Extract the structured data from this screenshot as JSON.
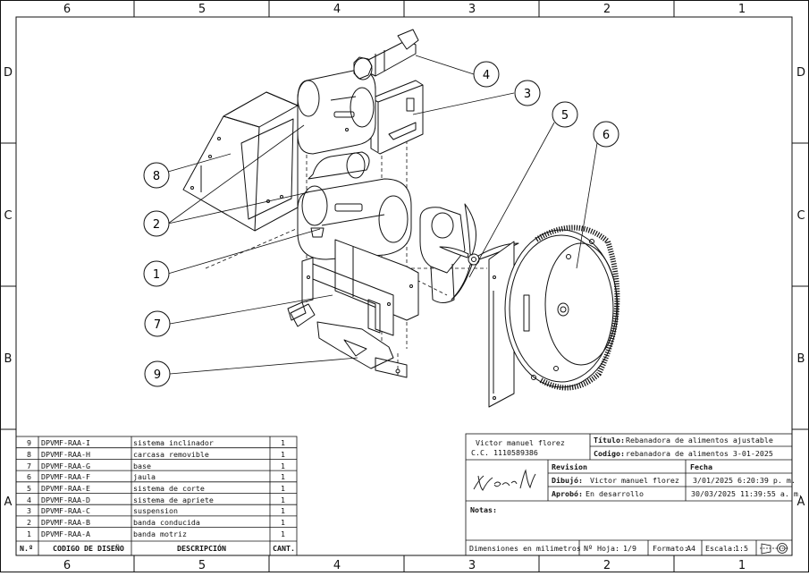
{
  "frame": {
    "columns_top": [
      "6",
      "5",
      "4",
      "3",
      "2",
      "1"
    ],
    "columns_bottom": [
      "6",
      "5",
      "4",
      "3",
      "2",
      "1"
    ],
    "rows_left": [
      "D",
      "C",
      "B",
      "A"
    ],
    "rows_right": [
      "D",
      "C",
      "B",
      "A"
    ]
  },
  "balloons": [
    "1",
    "2",
    "3",
    "4",
    "5",
    "6",
    "7",
    "8",
    "9"
  ],
  "bom": {
    "headers": {
      "num": "N.º",
      "code": "CODIGO DE DISEÑO",
      "desc": "DESCRIPCIÓN",
      "qty": "CANT."
    },
    "rows": [
      {
        "num": "9",
        "code": "DPVMF-RAA-I",
        "desc": "sistema inclinador",
        "qty": "1"
      },
      {
        "num": "8",
        "code": "DPVMF-RAA-H",
        "desc": "carcasa removible",
        "qty": "1"
      },
      {
        "num": "7",
        "code": "DPVMF-RAA-G",
        "desc": "base",
        "qty": "1"
      },
      {
        "num": "6",
        "code": "DPVMF-RAA-F",
        "desc": "jaula",
        "qty": "1"
      },
      {
        "num": "5",
        "code": "DPVMF-RAA-E",
        "desc": "sistema de corte",
        "qty": "1"
      },
      {
        "num": "4",
        "code": "DPVMF-RAA-D",
        "desc": "sistema de apriete",
        "qty": "1"
      },
      {
        "num": "3",
        "code": "DPVMF-RAA-C",
        "desc": "suspension",
        "qty": "1"
      },
      {
        "num": "2",
        "code": "DPVMF-RAA-B",
        "desc": "banda conducida",
        "qty": "1"
      },
      {
        "num": "1",
        "code": "DPVMF-RAA-A",
        "desc": "banda motriz",
        "qty": "1"
      }
    ]
  },
  "title_block": {
    "author_name": "Victor manuel florez",
    "author_id": "C.C. 1110589386",
    "signature": "Victor M",
    "title_label": "Título:",
    "title_value": "Rebanadora de alimentos ajustable",
    "code_label": "Codigo:",
    "code_value": "rebanadora de alimentos 3-01-2025",
    "revision_label": "Revision",
    "fecha_label": "Fecha",
    "dibujo_label": "Dibujó:",
    "dibujo_value": "Victor manuel florez",
    "dibujo_date": "3/01/2025 6:20:39 p. m.",
    "aprobo_label": "Aprobó:",
    "aprobo_value": "En desarrollo",
    "aprobo_date": "30/03/2025 11:39:55 a. m.",
    "notas_label": "Notas:",
    "dimensions": "Dimensiones en milimetros",
    "sheet_label": "Nº Hoja:",
    "sheet_value": "1/9",
    "format_label": "Formato:",
    "format_value": "A4",
    "scale_label": "Escala:",
    "scale_value": "1:5"
  }
}
